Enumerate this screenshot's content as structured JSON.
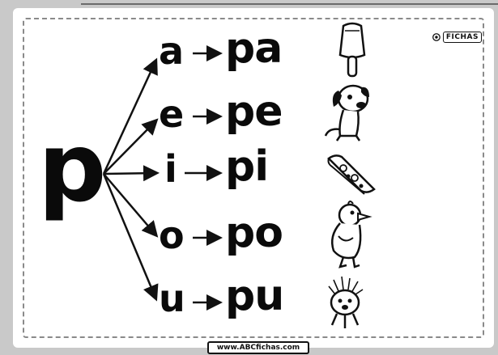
{
  "sheet": {
    "main_letter": "p",
    "brand": "FICHAS",
    "footer": "www.ABCfichas.com"
  },
  "rows": [
    {
      "vowel": "a",
      "syllable": "pa",
      "picture": "popsicle-icon"
    },
    {
      "vowel": "e",
      "syllable": "pe",
      "picture": "dog-icon"
    },
    {
      "vowel": "i",
      "syllable": "pi",
      "picture": "pizza-slice-icon"
    },
    {
      "vowel": "o",
      "syllable": "po",
      "picture": "chick-icon"
    },
    {
      "vowel": "u",
      "syllable": "pu",
      "picture": "porcupine-icon"
    }
  ],
  "arrow_glyph": "→"
}
